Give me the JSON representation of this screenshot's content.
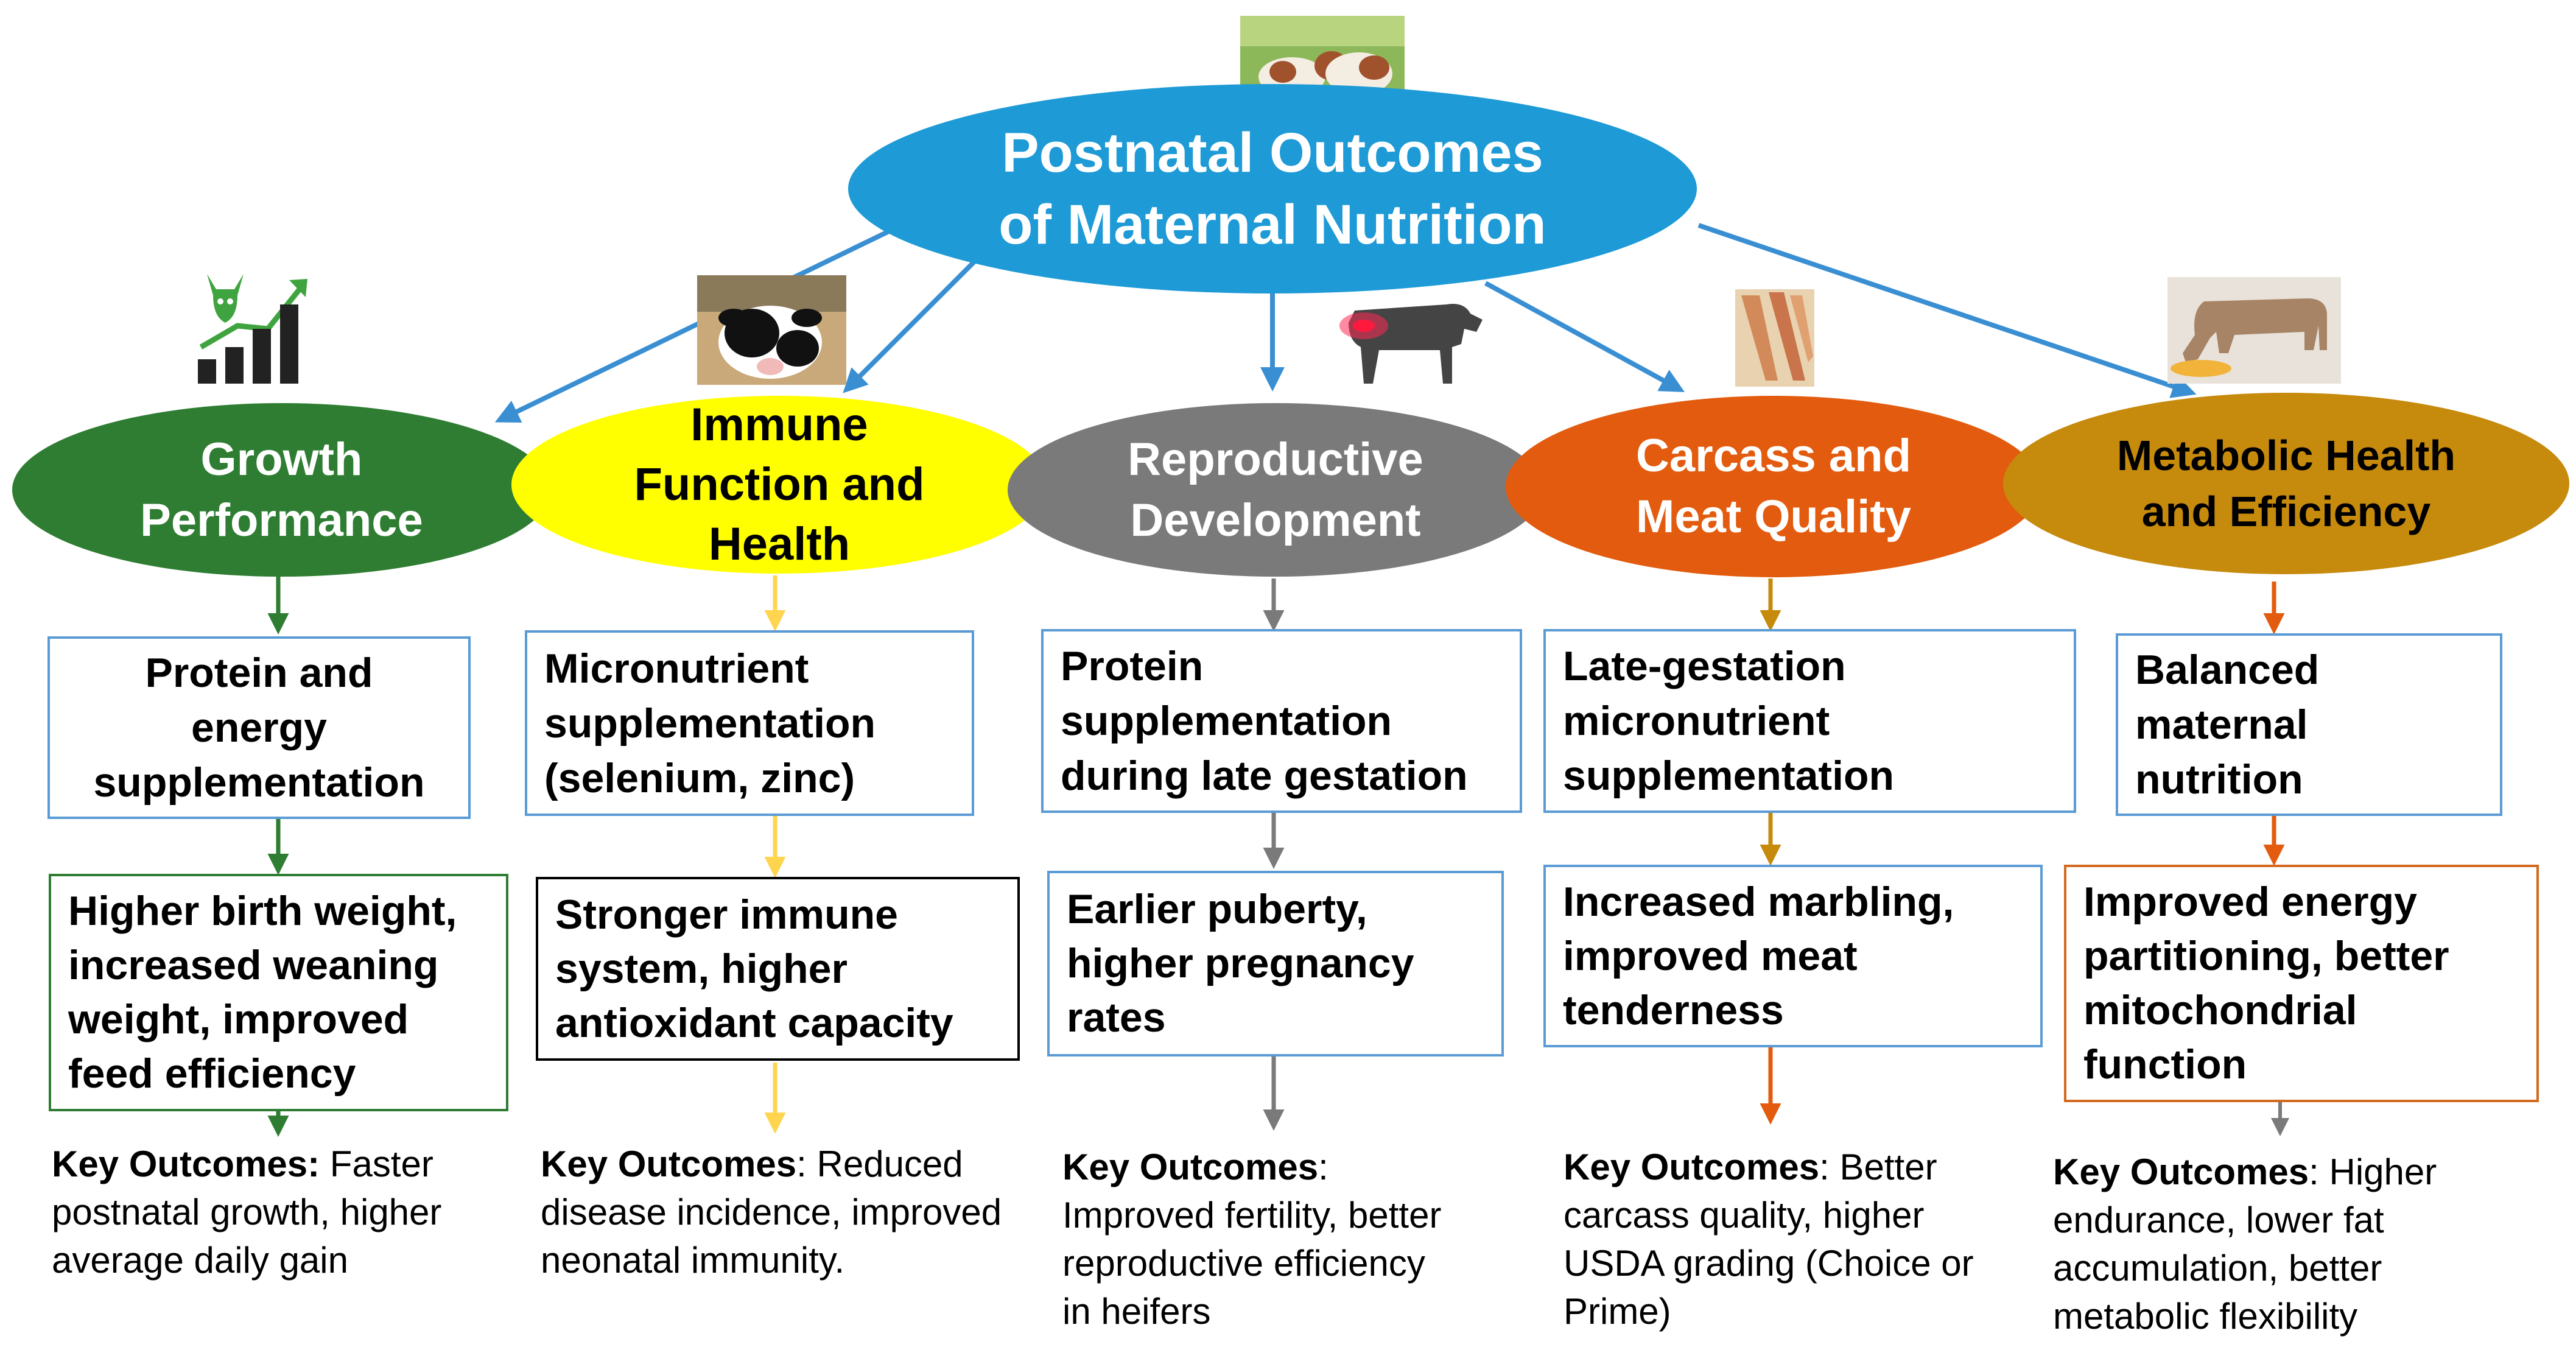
{
  "root": {
    "title_line1": "Postnatal Outcomes",
    "title_line2": "of Maternal Nutrition"
  },
  "colors": {
    "root_fill": "#1e9ad6",
    "root_arrows": "#3a8fd3",
    "growth": "#2e7d32",
    "immune": "#ffff00",
    "reproductive": "#7a7a7a",
    "carcass": "#e35b0e",
    "metabolic": "#c68a0c",
    "box_border_blue": "#5b9bd5"
  },
  "branches": [
    {
      "category": "Growth\nPerformance",
      "intervention": "Protein and\nenergy\nsupplementation",
      "effect": "Higher birth weight,\nincreased weaning\nweight, improved\nfeed efficiency",
      "key_label": "Key Outcomes:",
      "key_text": " Faster postnatal growth, higher average daily gain",
      "icon": "cow-growth-chart-icon"
    },
    {
      "category": "Immune\nFunction and\nHealth",
      "intervention": "Micronutrient\nsupplementation\n(selenium, zinc)",
      "effect": "Stronger immune\nsystem, higher\nantioxidant capacity",
      "key_label": "Key Outcomes",
      "key_text": ": Reduced disease incidence, improved neonatal immunity.",
      "icon": "calf-photo"
    },
    {
      "category": "Reproductive\nDevelopment",
      "intervention": "Protein\nsupplementation\nduring late gestation",
      "effect": "Earlier puberty,\nhigher pregnancy\nrates",
      "key_label": "Key Outcomes",
      "key_text": ": Improved fertility, better reproductive efficiency in heifers",
      "icon": "cow-reproductive-icon"
    },
    {
      "category": "Carcass and\nMeat Quality",
      "intervention": "Late-gestation\nmicronutrient\nsupplementation",
      "effect": "Increased marbling,\nimproved meat\ntenderness",
      "key_label": "Key Outcomes",
      "key_text": ": Better carcass quality, higher USDA grading (Choice or Prime)",
      "icon": "carcass-photo"
    },
    {
      "category": "Metabolic Health\nand Efficiency",
      "intervention": "Balanced\nmaternal\nnutrition",
      "effect": "Improved energy\npartitioning, better\nmitochondrial\nfunction",
      "key_label": "Key Outcomes",
      "key_text": ": Higher endurance, lower fat accumulation, better metabolic flexibility",
      "icon": "cow-feeding-photo"
    }
  ]
}
